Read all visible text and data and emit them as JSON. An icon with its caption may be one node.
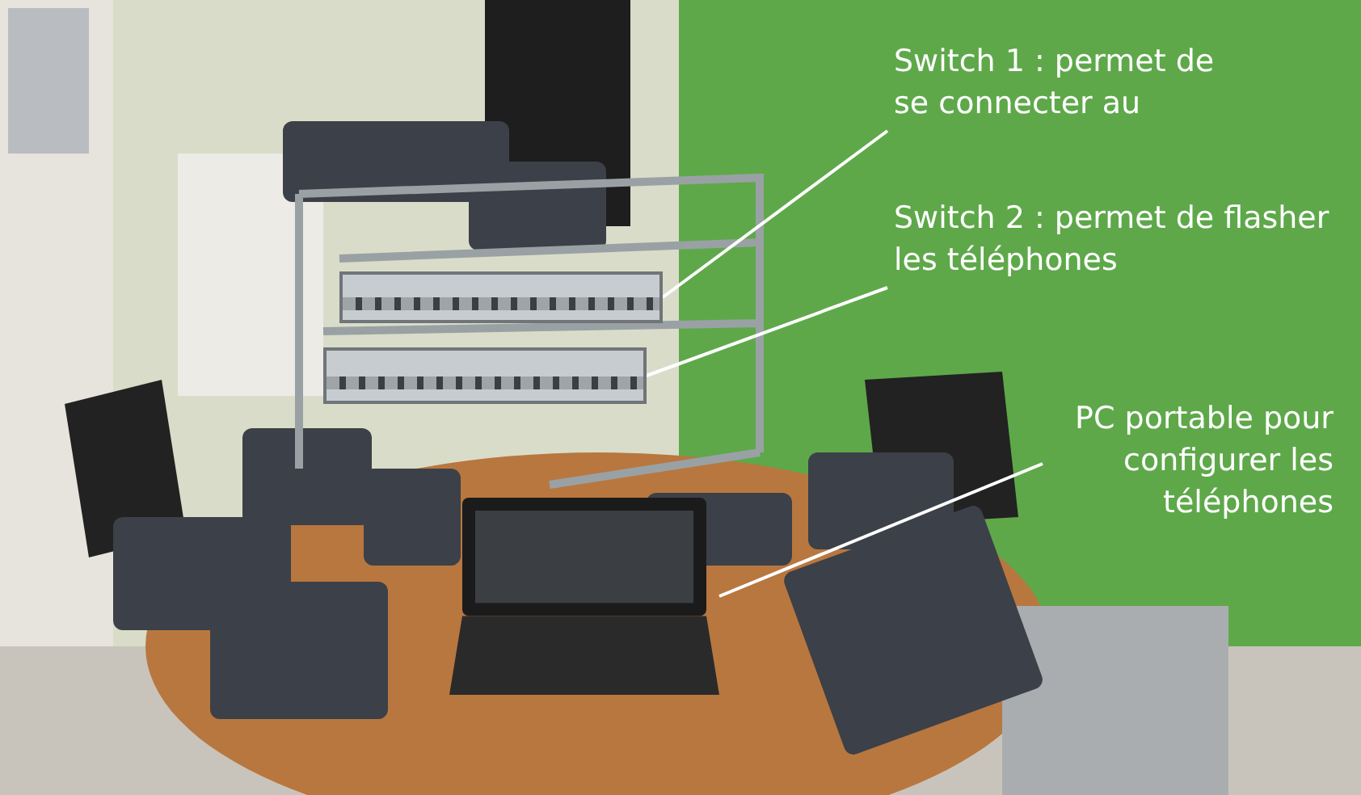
{
  "diagram": {
    "nodes": [
      {
        "text": [
          "Switch 1 : permet de se connecter au"
        ]
      },
      {
        "text": [],
        "shape": "box"
      },
      {
        "text": [
          "Switch 2 : permet de flasher les téléphones"
        ]
      },
      {
        "text": [],
        "shape": "box"
      },
      {
        "text": [
          "PC portable pour configurer les téléphones"
        ]
      },
      {
        "text": [],
        "shape": "picture"
      }
    ],
    "edges": [
      {
        "from": 0,
        "to": 1,
        "arrow": "none"
      },
      {
        "from": 2,
        "to": 3,
        "arrow": "none"
      },
      {
        "from": 4,
        "to": 5,
        "arrow": "none"
      }
    ]
  }
}
